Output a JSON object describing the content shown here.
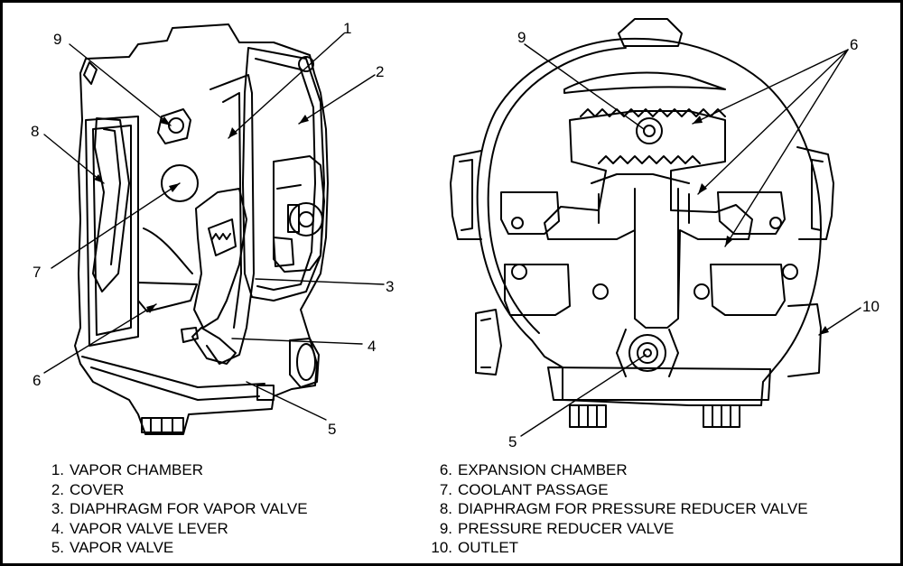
{
  "callouts_left": [
    "9",
    "1",
    "2",
    "8",
    "7",
    "3",
    "4",
    "6",
    "5"
  ],
  "callouts_right": [
    "9",
    "6",
    "10",
    "5"
  ],
  "legend_left": [
    {
      "num": "1.",
      "text": "VAPOR CHAMBER"
    },
    {
      "num": "2.",
      "text": "COVER"
    },
    {
      "num": "3.",
      "text": "DIAPHRAGM FOR VAPOR VALVE"
    },
    {
      "num": "4.",
      "text": "VAPOR VALVE LEVER"
    },
    {
      "num": "5.",
      "text": "VAPOR VALVE"
    }
  ],
  "legend_right": [
    {
      "num": "6.",
      "text": "EXPANSION CHAMBER"
    },
    {
      "num": "7.",
      "text": "COOLANT PASSAGE"
    },
    {
      "num": "8.",
      "text": "DIAPHRAGM FOR PRESSURE REDUCER VALVE"
    },
    {
      "num": "9.",
      "text": "PRESSURE REDUCER VALVE"
    },
    {
      "num": "10.",
      "text": "OUTLET"
    }
  ]
}
